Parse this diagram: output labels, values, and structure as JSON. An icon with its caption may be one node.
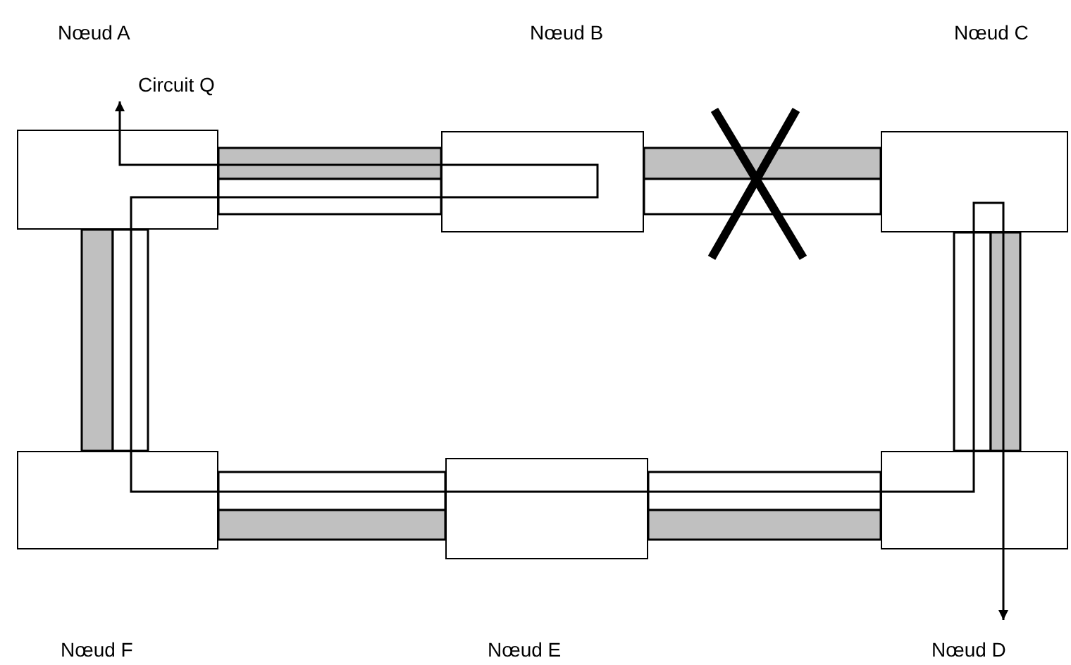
{
  "diagram": {
    "nodes": [
      {
        "text": [
          "Nœud A"
        ]
      },
      {
        "text": [
          "Nœud B"
        ]
      },
      {
        "text": [
          "Nœud C"
        ]
      },
      {
        "text": [
          "Nœud F"
        ]
      },
      {
        "text": [
          "Nœud E"
        ]
      },
      {
        "text": [
          "Nœud D"
        ]
      },
      {
        "text": [
          "Circuit Q"
        ]
      }
    ],
    "edges": [
      {
        "from": 0,
        "to": 1,
        "arrow": "none",
        "style": "thick",
        "color": "#c0c0c0"
      },
      {
        "from": 0,
        "to": 1,
        "arrow": "none",
        "style": "thick",
        "color": "#ffffff"
      },
      {
        "from": 1,
        "to": 2,
        "arrow": "none",
        "style": "thick",
        "color": "#c0c0c0"
      },
      {
        "from": 1,
        "to": 2,
        "arrow": "none",
        "style": "thick",
        "color": "#ffffff"
      },
      {
        "from": 2,
        "to": 5,
        "arrow": "none",
        "style": "thick",
        "color": "#ffffff"
      },
      {
        "from": 2,
        "to": 5,
        "arrow": "none",
        "style": "thick",
        "color": "#c0c0c0"
      },
      {
        "from": 3,
        "to": 4,
        "arrow": "none",
        "style": "thick",
        "color": "#ffffff"
      },
      {
        "from": 3,
        "to": 4,
        "arrow": "none",
        "style": "thick",
        "color": "#c0c0c0"
      },
      {
        "from": 4,
        "to": 5,
        "arrow": "none",
        "style": "thick",
        "color": "#ffffff"
      },
      {
        "from": 4,
        "to": 5,
        "arrow": "none",
        "style": "thick",
        "color": "#c0c0c0"
      },
      {
        "from": 0,
        "to": 3,
        "arrow": "none",
        "style": "thick",
        "color": "#c0c0c0"
      },
      {
        "from": 0,
        "to": 3,
        "arrow": "none",
        "style": "thick",
        "color": "#ffffff"
      },
      {
        "from": 0,
        "to": 6,
        "arrow": "to"
      },
      {
        "from": 5,
        "to": null,
        "arrow": "to"
      }
    ]
  }
}
